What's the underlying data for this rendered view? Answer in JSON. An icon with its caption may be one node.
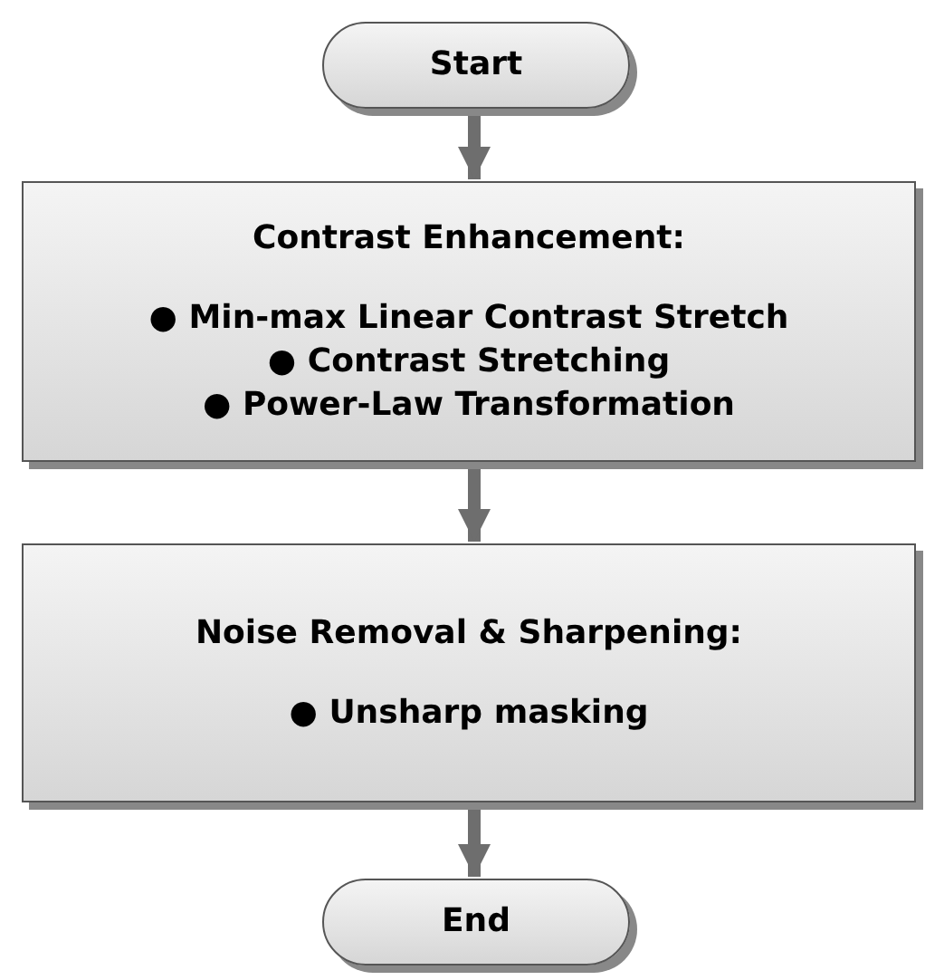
{
  "diagram": {
    "nodes": [
      {
        "text": [
          "Start"
        ]
      },
      {
        "text": [
          "Contrast Enhancement:",
          "● Min-max Linear Contrast Stretch",
          "● Contrast Stretching",
          "● Power-Law Transformation"
        ]
      },
      {
        "text": [
          "Noise Removal & Sharpening:",
          "● Unsharp masking"
        ]
      },
      {
        "text": [
          "End"
        ]
      }
    ],
    "edges": [
      {
        "from": 0,
        "to": 1,
        "arrow": "to"
      },
      {
        "from": 1,
        "to": 2,
        "arrow": "to"
      },
      {
        "from": 2,
        "to": 3,
        "arrow": "to"
      }
    ]
  }
}
